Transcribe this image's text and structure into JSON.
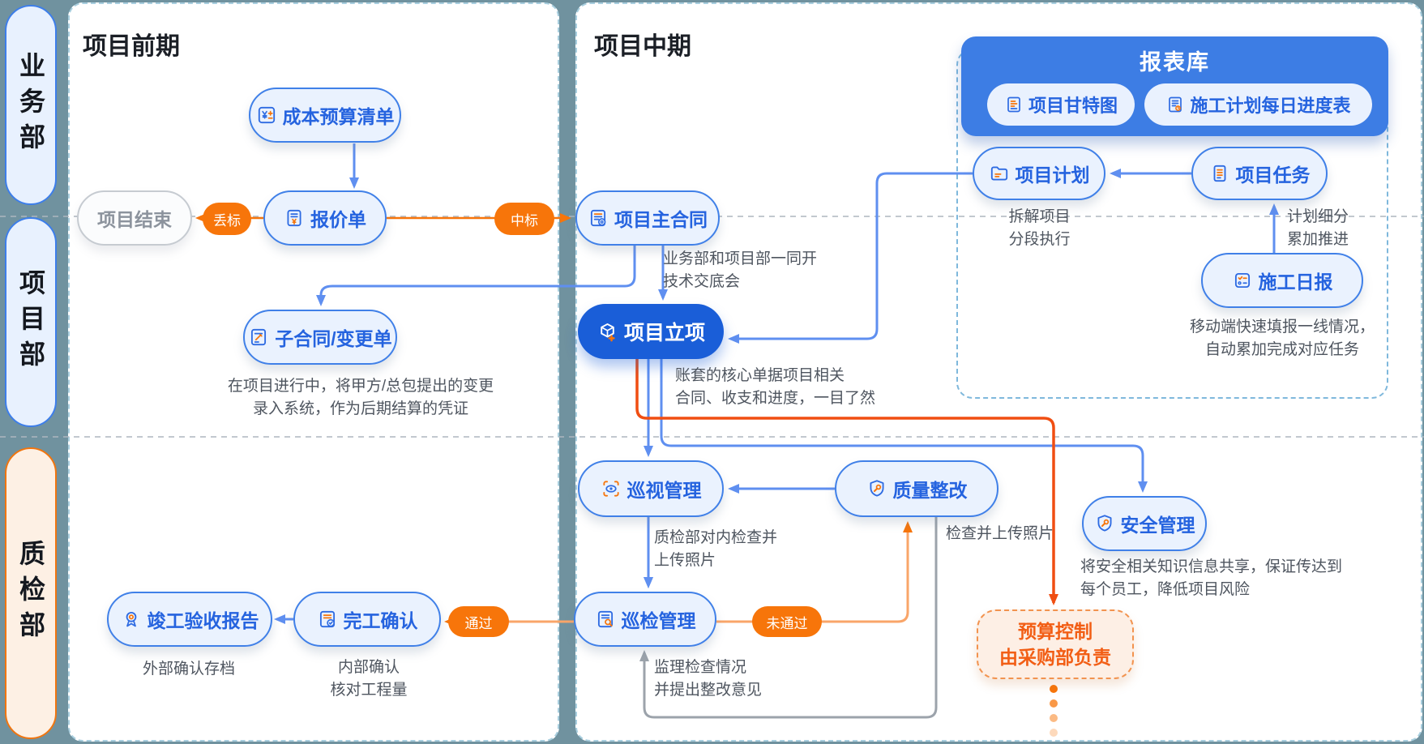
{
  "lanes": {
    "business": "业务部",
    "project": "项目部",
    "quality": "质检部"
  },
  "phases": {
    "early": "项目前期",
    "mid": "项目中期"
  },
  "report_library": {
    "title": "报表库",
    "items": [
      {
        "label": "项目甘特图"
      },
      {
        "label": "施工计划每日进度表"
      }
    ]
  },
  "nodes": {
    "cost_budget": {
      "label": "成本预算清单"
    },
    "quote": {
      "label": "报价单"
    },
    "project_end": {
      "label": "项目结束"
    },
    "main_contract": {
      "label": "项目主合同"
    },
    "sub_contract": {
      "label": "子合同/变更单"
    },
    "project_initiation": {
      "label": "项目立项"
    },
    "patrol": {
      "label": "巡视管理"
    },
    "quality_rectify": {
      "label": "质量整改"
    },
    "safety": {
      "label": "安全管理"
    },
    "inspection": {
      "label": "巡检管理"
    },
    "completion_confirm": {
      "label": "完工确认"
    },
    "acceptance_report": {
      "label": "竣工验收报告"
    },
    "project_plan": {
      "label": "项目计划"
    },
    "project_task": {
      "label": "项目任务"
    },
    "daily_report": {
      "label": "施工日报"
    },
    "budget_control": {
      "label": "预算控制\n由采购部负责"
    }
  },
  "badges": {
    "lost": "丢标",
    "won": "中标",
    "pass": "通过",
    "fail": "未通过"
  },
  "notes": {
    "tech_meeting": "业务部和项目部一同开\n技术交底会",
    "sub_contract_note": "在项目进行中，将甲方/总包提出的变更\n录入系统，作为后期结算的凭证",
    "initiation_note": "账套的核心单据项目相关\n合同、收支和进度，一目了然",
    "plan_note": "拆解项目\n分段执行",
    "task_note": "计划细分\n累加推进",
    "daily_note": "移动端快速填报一线情况，\n自动累加完成对应任务",
    "patrol_note": "质检部对内检查并\n上传照片",
    "rectify_note": "检查并上传照片",
    "safety_note": "将安全相关知识信息共享，保证传达到\n每个员工，降低项目风险",
    "inspection_note": "监理检查情况\n并提出整改意见",
    "completion_note": "内部确认\n核对工程量",
    "acceptance_note": "外部确认存档"
  },
  "colors": {
    "background": "#70929F",
    "node_blue_fill": "#EAF2FE",
    "node_blue_border": "#4080E8",
    "node_blue_text": "#2563DF",
    "node_dark_fill": "#1A5ED8",
    "badge_orange": "#F7750A",
    "line_blue": "#5F8FF0",
    "line_orange_light": "#F9A569",
    "line_red": "#F04E12",
    "line_gray": "#9CA3AB",
    "lane_orange_border": "#F0750F",
    "report_box": "#3D7DE4"
  }
}
